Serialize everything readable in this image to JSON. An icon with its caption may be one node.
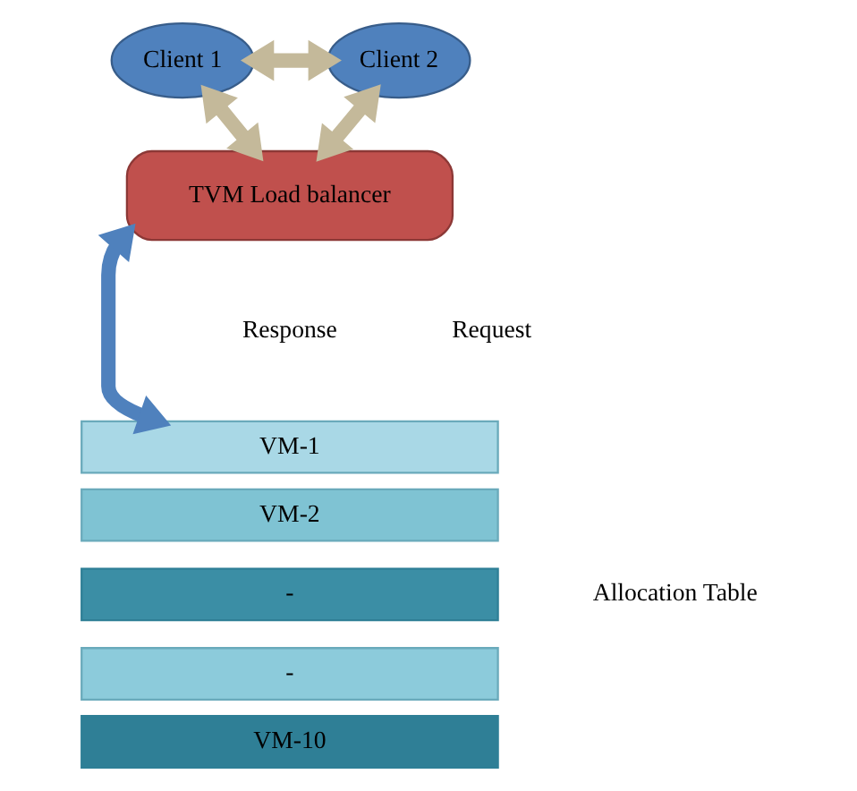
{
  "diagram": {
    "nodes": [
      {
        "text": [
          "Client 1"
        ]
      },
      {
        "text": [
          "Client 2"
        ]
      },
      {
        "text": [
          "TVM Load balancer"
        ]
      },
      {
        "text": [
          "VM-1"
        ]
      },
      {
        "text": [
          "VM-2"
        ]
      },
      {
        "text": [
          "-"
        ]
      },
      {
        "text": [
          "-"
        ]
      },
      {
        "text": [
          "VM-10"
        ]
      }
    ],
    "edges": [
      {
        "from": 0,
        "to": 1,
        "arrow": "both"
      },
      {
        "from": 0,
        "to": 2,
        "arrow": "both"
      },
      {
        "from": 1,
        "to": 2,
        "arrow": "both"
      },
      {
        "from": 2,
        "to": 3,
        "arrow": "both",
        "color": "#4f81bd"
      }
    ],
    "labels": [
      "Response",
      "Request",
      "Allocation Table"
    ]
  }
}
